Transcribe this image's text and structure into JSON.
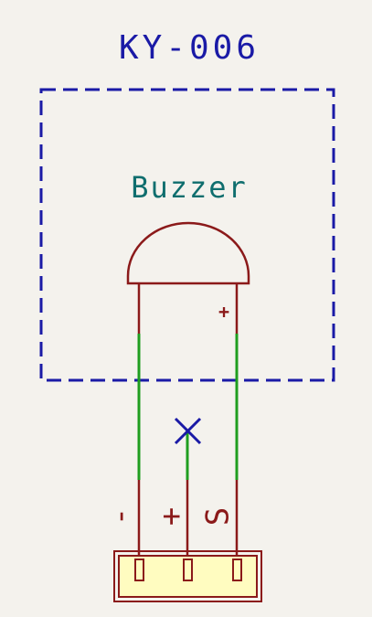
{
  "schematic": {
    "title": "KY-006",
    "component_label": "Buzzer",
    "pin_marker_plus": "+",
    "connector_pins": [
      "-",
      "+",
      "S"
    ],
    "colors": {
      "background": "#f4f2ed",
      "title_text": "#1a1aa6",
      "component_text": "#0f6e6e",
      "outline_dashed": "#1a1aa6",
      "body_stroke": "#8b1a1a",
      "wire": "#1f9e1f",
      "no_connect": "#1a1aa6",
      "connector_fill": "#fffcc0"
    },
    "icons": [
      "buzzer-symbol",
      "no-connect-x",
      "connector-3pin"
    ]
  }
}
